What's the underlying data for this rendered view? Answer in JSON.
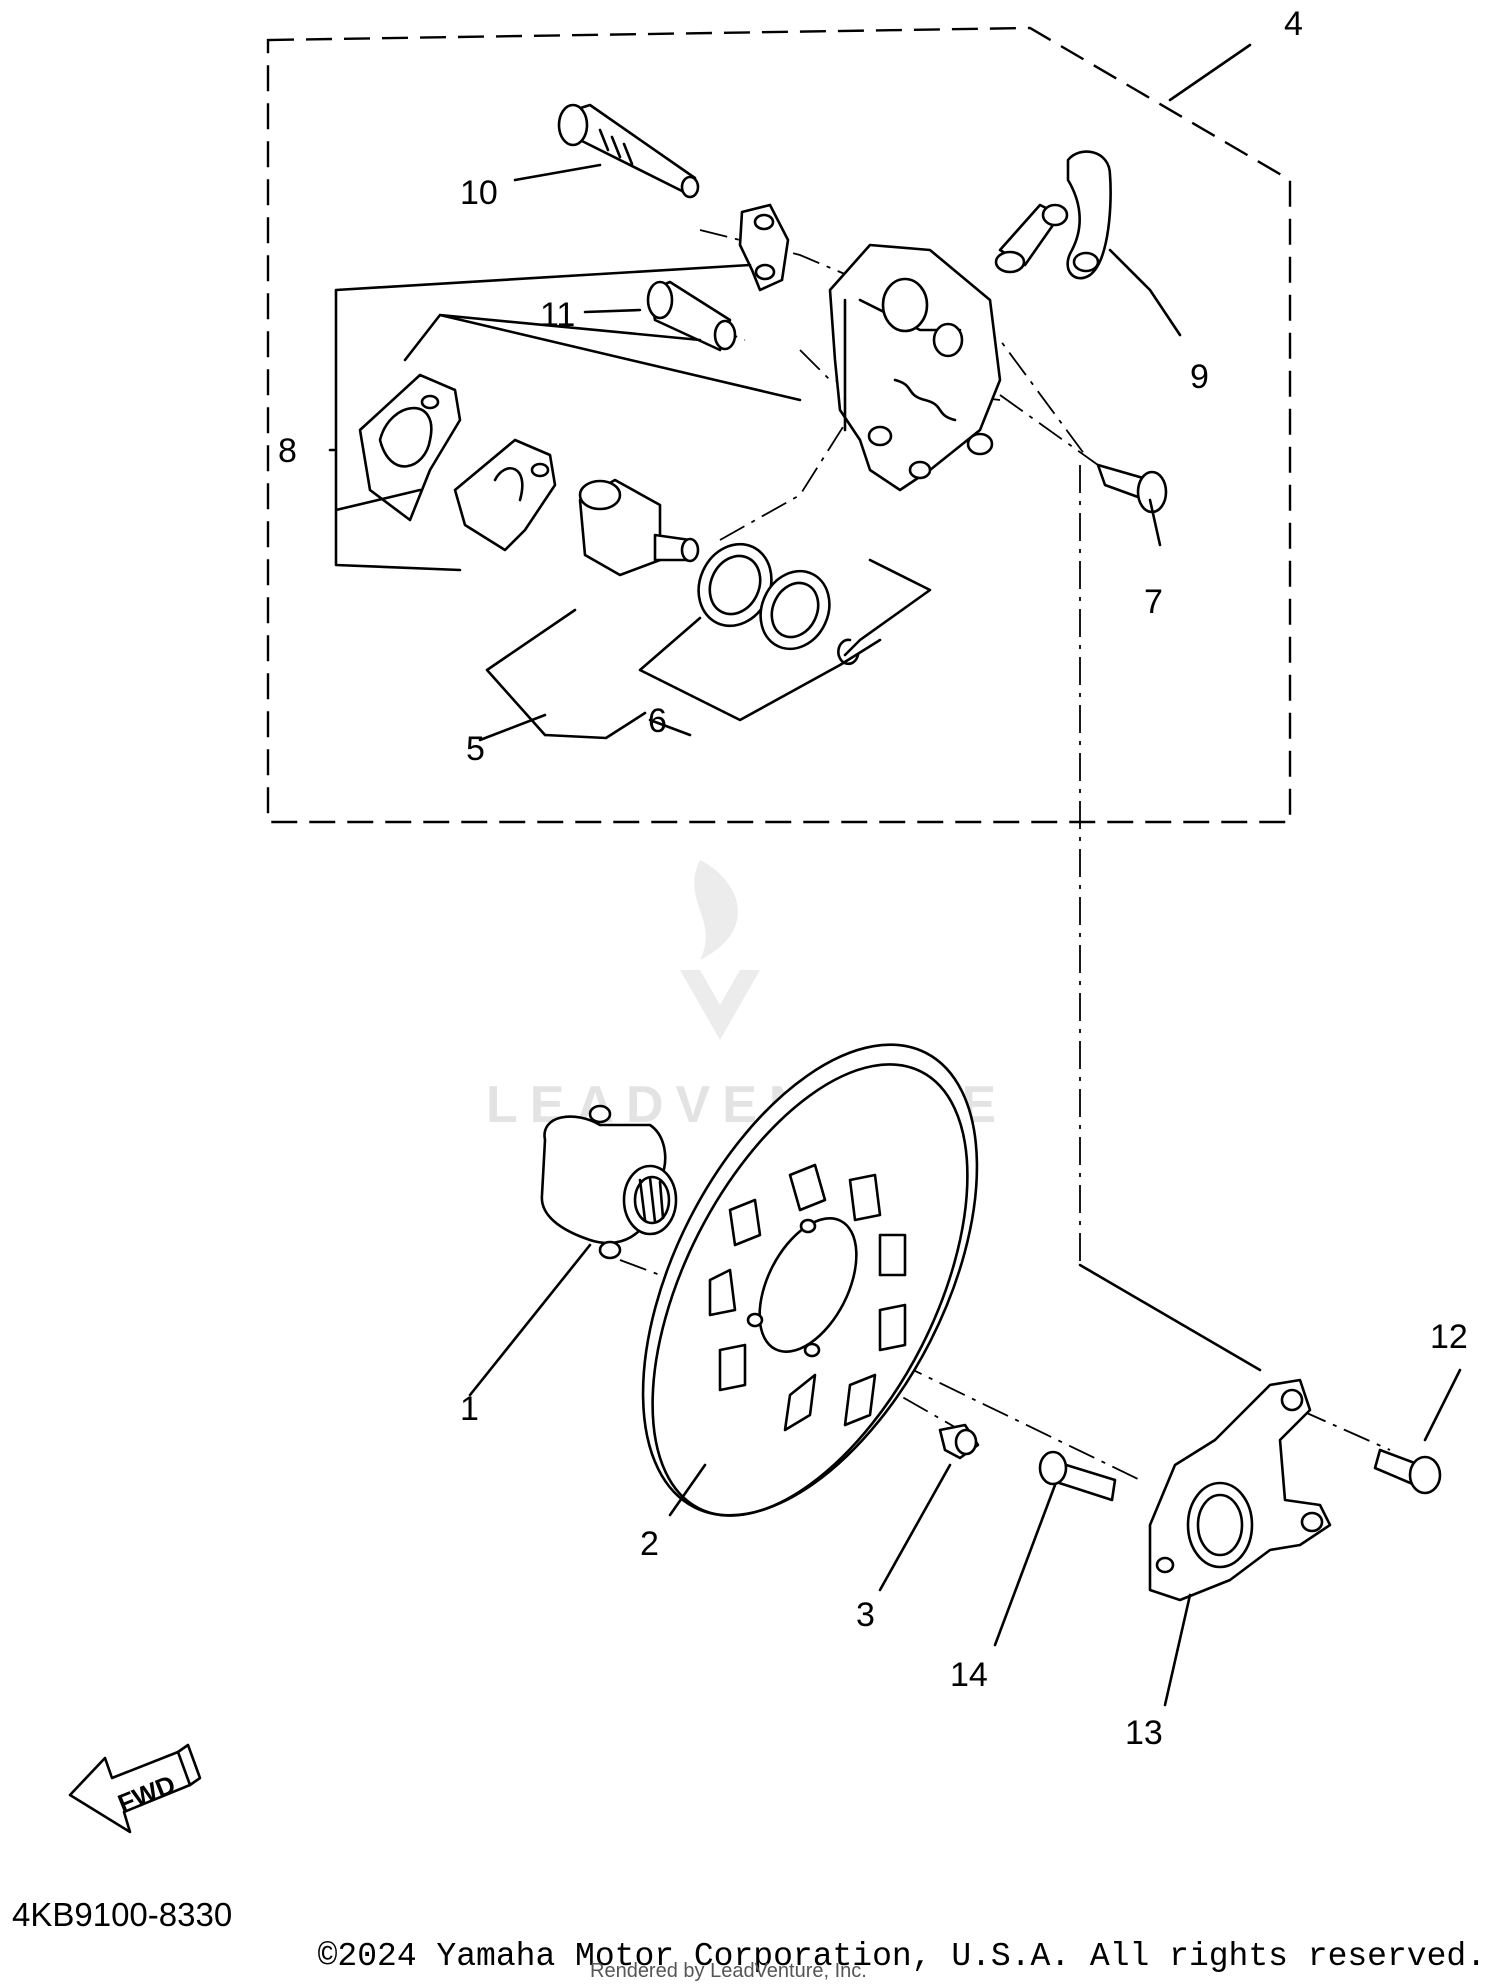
{
  "callouts": {
    "c1": "1",
    "c2": "2",
    "c3": "3",
    "c4": "4",
    "c5": "5",
    "c6": "6",
    "c7": "7",
    "c8": "8",
    "c9": "9",
    "c10": "10",
    "c11": "11",
    "c12": "12",
    "c13": "13",
    "c14": "14"
  },
  "fwd_label": "FWD",
  "watermark_text": "LEADVENTURE",
  "diagram_code": "4KB9100-8330",
  "copyright": "©2024 Yamaha Motor Corporation, U.S.A. All rights reserved.",
  "rendered_by": "Rendered by LeadVenture, Inc."
}
